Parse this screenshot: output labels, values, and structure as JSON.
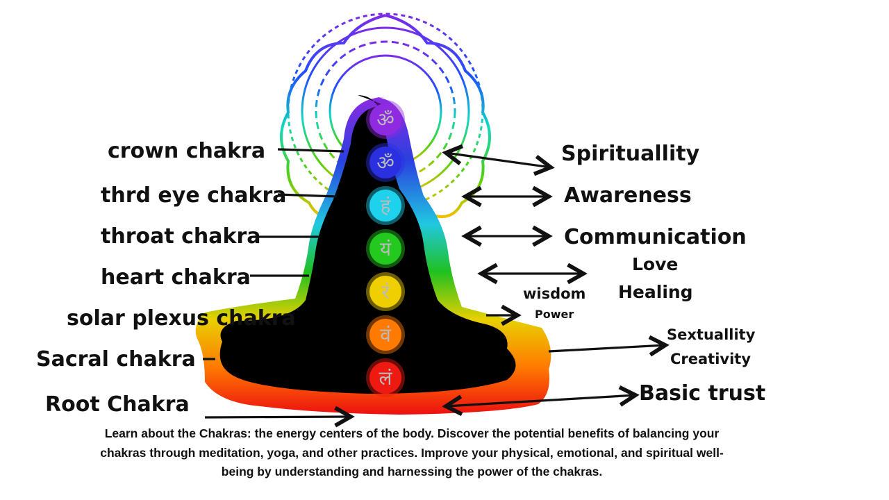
{
  "left_labels": [
    "crown chakra",
    "thrd eye chakra",
    "throat chakra",
    "heart chakra",
    "solar plexus chakra",
    "Sacral chakra",
    "Root Chakra"
  ],
  "right_labels": {
    "spirituality": "Spirituallity",
    "awareness": "Awareness",
    "communication": "Communication",
    "love": "Love",
    "healing": "Healing",
    "wisdom": "wisdom",
    "power": "Power",
    "sexuality": "Sextuallity",
    "creativity": "Creativity",
    "basic_trust": "Basic trust"
  },
  "chakras": [
    {
      "symbol": "ॐ",
      "color": "#8e2be0"
    },
    {
      "symbol": "ॐ",
      "color": "#2a2fe0"
    },
    {
      "symbol": "हं",
      "color": "#1ed2ee"
    },
    {
      "symbol": "यं",
      "color": "#24c91f"
    },
    {
      "symbol": "रं",
      "color": "#f0cf00"
    },
    {
      "symbol": "वं",
      "color": "#ff7a00"
    },
    {
      "symbol": "लं",
      "color": "#ee1a12"
    }
  ],
  "description": "Learn about the Chakras: the energy centers of the body. Discover the potential benefits of balancing your chakras through meditation, yoga, and other practices. Improve your physical, emotional, and spiritual well-being by understanding and harnessing the power of the chakras."
}
